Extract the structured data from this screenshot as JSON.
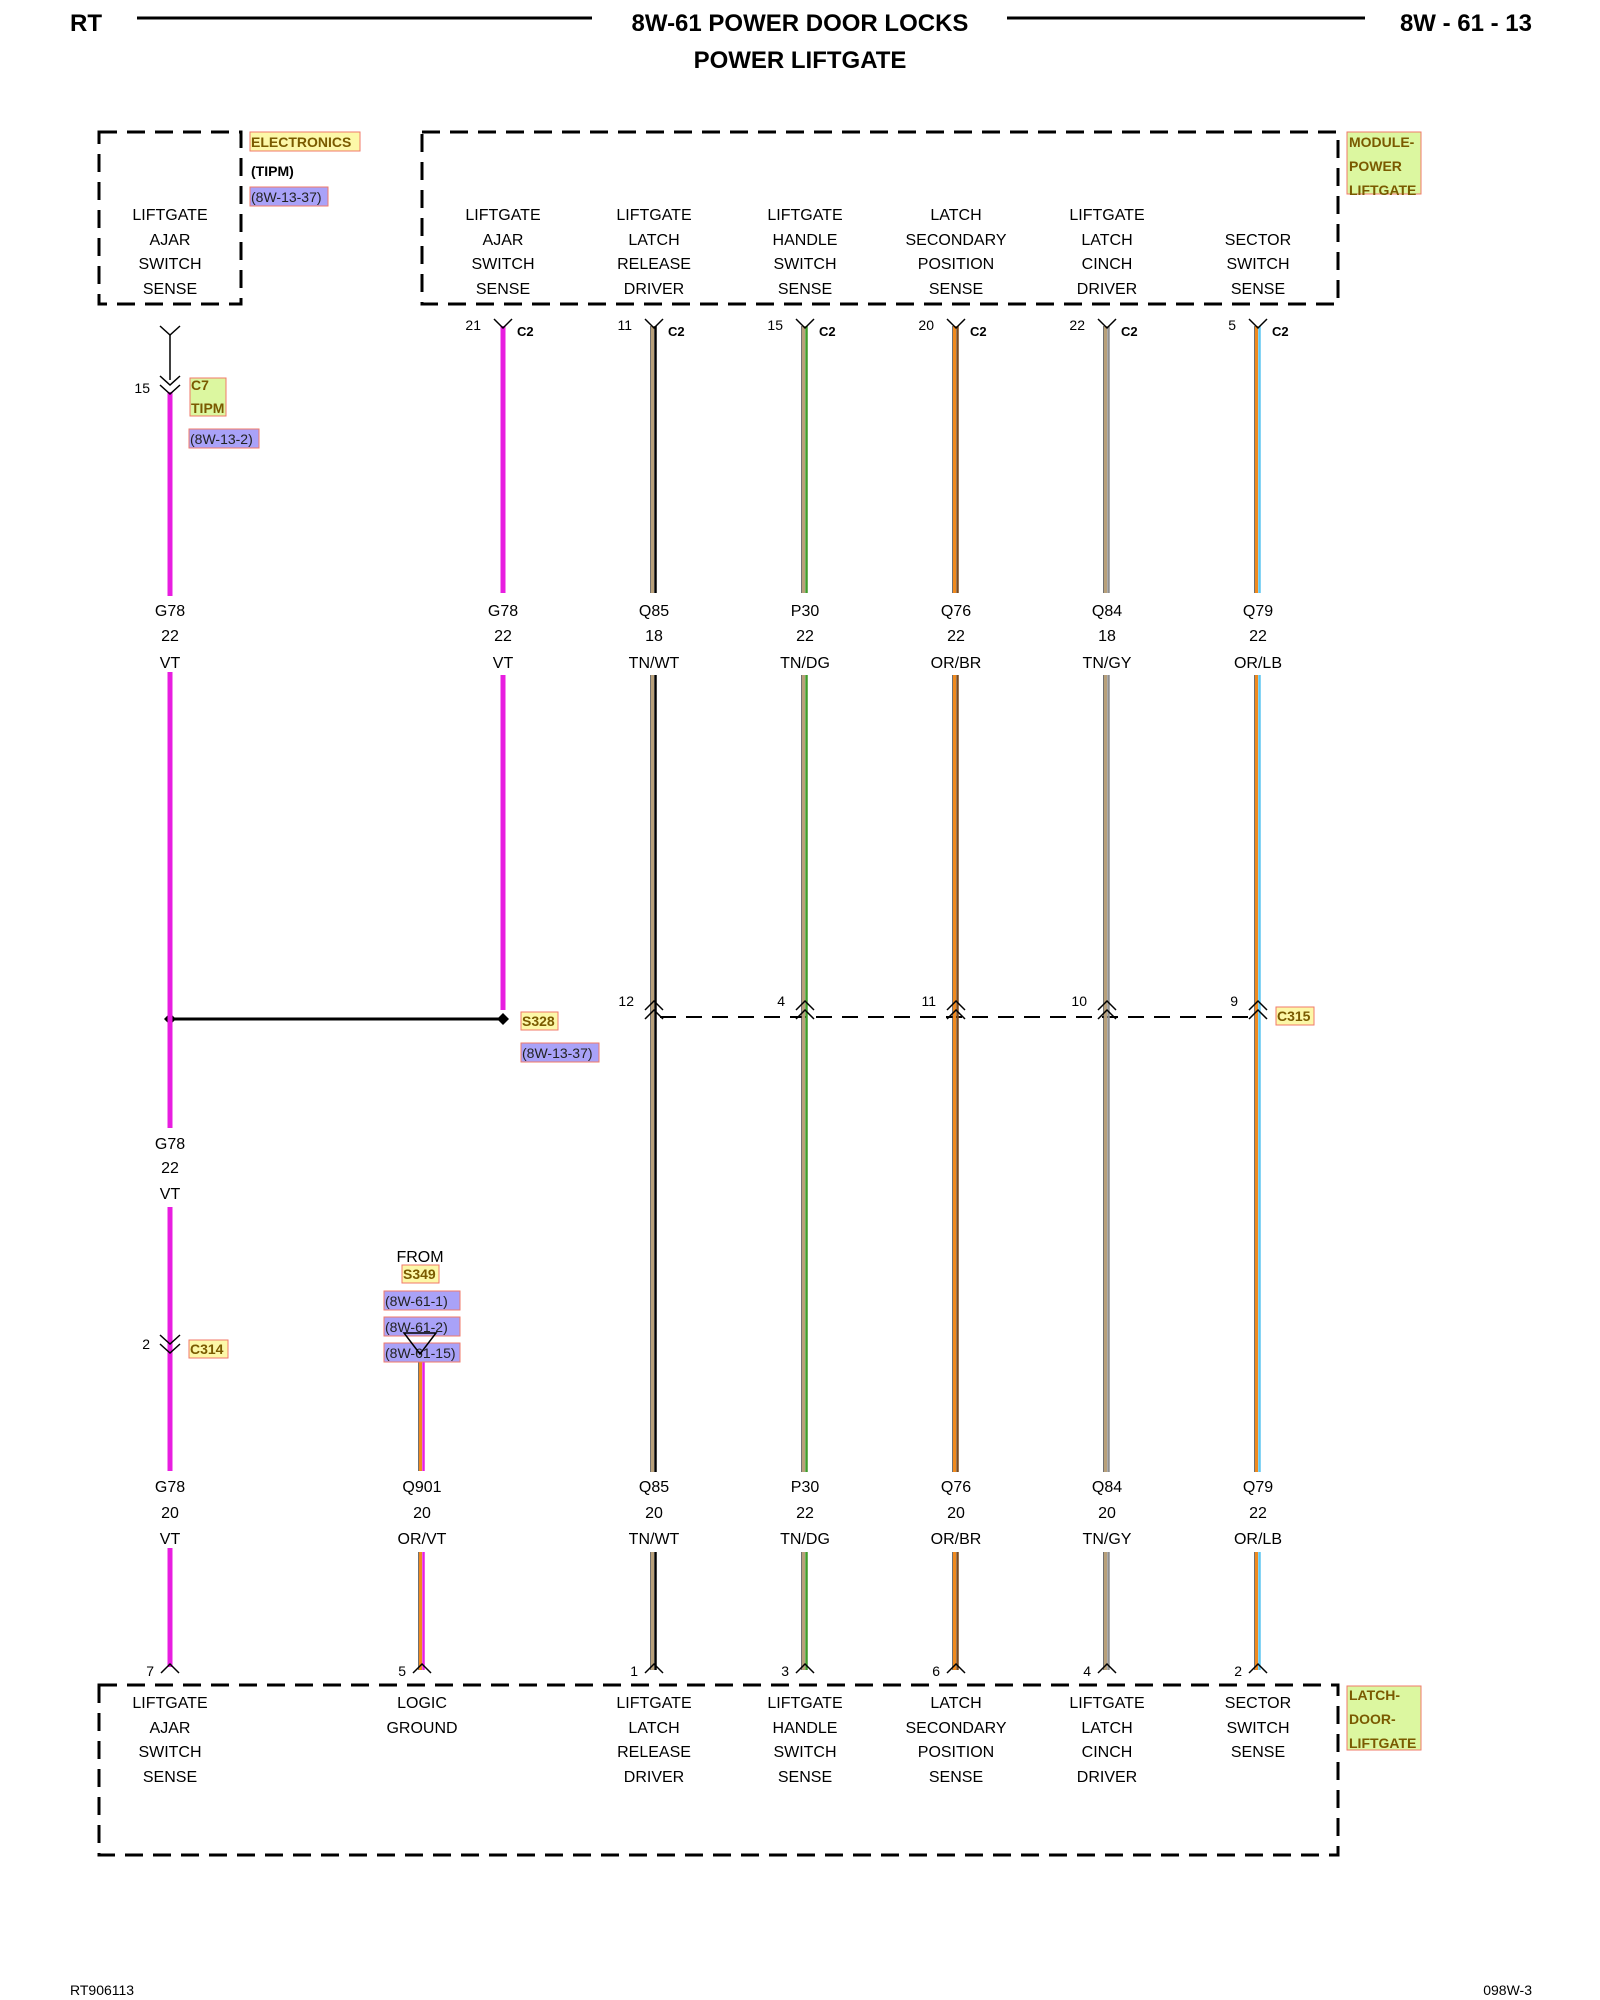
{
  "header": {
    "left": "RT",
    "title": "8W-61 POWER DOOR LOCKS",
    "subtitle": "POWER LIFTGATE",
    "page": "8W - 61 - 13"
  },
  "footer": {
    "left": "RT906113",
    "right": "098W-3"
  },
  "components": {
    "tipm": {
      "name": "ELECTRONICS",
      "abbr": "(TIPM)",
      "ref": "(8W-13-37)"
    },
    "module": {
      "name_lines": [
        "MODULE-",
        "POWER",
        "LIFTGATE"
      ]
    },
    "latch": {
      "name_lines": [
        "LATCH-",
        "DOOR-",
        "LIFTGATE"
      ]
    }
  },
  "colors": {
    "VT": "#e81ee0",
    "TN": "#b8a07a",
    "WT": "#ffffff",
    "DG": "#3f9b2a",
    "OR": "#f08a1e",
    "BR": "#7a4a1e",
    "GY": "#909090",
    "LB": "#5fc6f0",
    "BK": "#000000"
  },
  "columns": [
    {
      "id": "tipm",
      "top_label": [
        "LIFTGATE",
        "AJAR",
        "SWITCH",
        "SENSE"
      ],
      "bottom_label": [
        "LIFTGATE",
        "AJAR",
        "SWITCH",
        "SENSE"
      ],
      "wire1": [
        "G78",
        "22",
        "VT"
      ],
      "wire_mid": [
        "G78",
        "22",
        "VT"
      ],
      "wire2": [
        "G78",
        "20",
        "VT"
      ],
      "bottom_pin": "7",
      "colors": [
        "VT"
      ]
    },
    {
      "id": "module-ajar",
      "top_label": [
        "LIFTGATE",
        "AJAR",
        "SWITCH",
        "SENSE"
      ],
      "top_pin": "21",
      "top_conn": "C2",
      "wire1": [
        "G78",
        "22",
        "VT"
      ],
      "colors": [
        "VT"
      ]
    },
    {
      "id": "release",
      "top_label": [
        "LIFTGATE",
        "LATCH",
        "RELEASE",
        "DRIVER"
      ],
      "bottom_label": [
        "LIFTGATE",
        "LATCH",
        "RELEASE",
        "DRIVER"
      ],
      "top_pin": "11",
      "top_conn": "C2",
      "c315_pin": "12",
      "bottom_pin": "1",
      "wire1": [
        "Q85",
        "18",
        "TN/WT"
      ],
      "wire2": [
        "Q85",
        "20",
        "TN/WT"
      ],
      "colors": [
        "TN",
        "BK"
      ]
    },
    {
      "id": "handle",
      "top_label": [
        "LIFTGATE",
        "HANDLE",
        "SWITCH",
        "SENSE"
      ],
      "bottom_label": [
        "LIFTGATE",
        "HANDLE",
        "SWITCH",
        "SENSE"
      ],
      "top_pin": "15",
      "top_conn": "C2",
      "c315_pin": "4",
      "bottom_pin": "3",
      "wire1": [
        "P30",
        "22",
        "TN/DG"
      ],
      "wire2": [
        "P30",
        "22",
        "TN/DG"
      ],
      "colors": [
        "TN",
        "DG"
      ]
    },
    {
      "id": "secondary",
      "top_label": [
        "LATCH",
        "SECONDARY",
        "POSITION",
        "SENSE"
      ],
      "bottom_label": [
        "LATCH",
        "SECONDARY",
        "POSITION",
        "SENSE"
      ],
      "top_pin": "20",
      "top_conn": "C2",
      "c315_pin": "11",
      "bottom_pin": "6",
      "wire1": [
        "Q76",
        "22",
        "OR/BR"
      ],
      "wire2": [
        "Q76",
        "20",
        "OR/BR"
      ],
      "colors": [
        "OR",
        "BR"
      ]
    },
    {
      "id": "cinch",
      "top_label": [
        "LIFTGATE",
        "LATCH",
        "CINCH",
        "DRIVER"
      ],
      "bottom_label": [
        "LIFTGATE",
        "LATCH",
        "CINCH",
        "DRIVER"
      ],
      "top_pin": "22",
      "top_conn": "C2",
      "c315_pin": "10",
      "bottom_pin": "4",
      "wire1": [
        "Q84",
        "18",
        "TN/GY"
      ],
      "wire2": [
        "Q84",
        "20",
        "TN/GY"
      ],
      "colors": [
        "TN",
        "GY"
      ]
    },
    {
      "id": "sector",
      "top_label": [
        "",
        "SECTOR",
        "SWITCH",
        "SENSE"
      ],
      "bottom_label": [
        "SECTOR",
        "SWITCH",
        "SENSE",
        ""
      ],
      "top_pin": "5",
      "top_conn": "C2",
      "c315_pin": "9",
      "bottom_pin": "2",
      "wire1": [
        "Q79",
        "22",
        "OR/LB"
      ],
      "wire2": [
        "Q79",
        "22",
        "OR/LB"
      ],
      "colors": [
        "OR",
        "LB"
      ]
    }
  ],
  "ground": {
    "label": [
      "LOGIC",
      "GROUND"
    ],
    "from": "FROM",
    "splice": "S349",
    "refs": [
      "(8W-61-1)",
      "(8W-61-2)",
      "(8W-61-15)"
    ],
    "wire": [
      "Q901",
      "20",
      "OR/VT"
    ],
    "colors": [
      "OR",
      "VT"
    ],
    "bottom_pin": "5"
  },
  "tipm_c7": {
    "pin": "15",
    "conn_lines": [
      "C7",
      "TIPM"
    ],
    "ref": "(8W-13-2)"
  },
  "splice_s328": {
    "name": "S328",
    "ref": "(8W-13-37)"
  },
  "c314": {
    "pin": "2",
    "name": "C314"
  },
  "c315": {
    "name": "C315"
  }
}
